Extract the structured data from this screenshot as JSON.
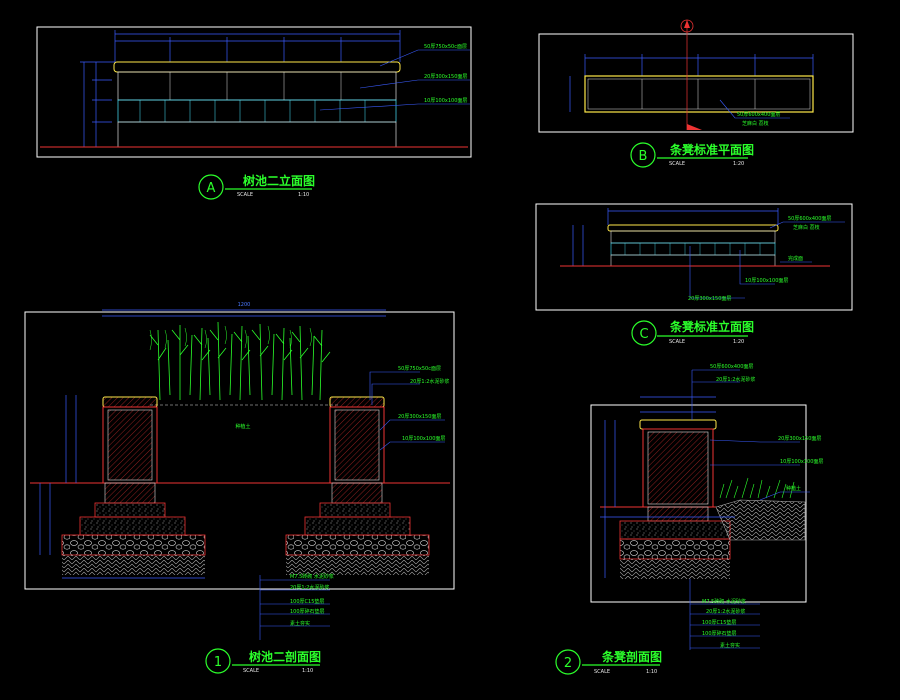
{
  "views": {
    "A": {
      "marker": "A",
      "title": "树池二立面图",
      "scale_label": "SCALE",
      "scale_value": "1:10",
      "notes": [
        "50厚750x50c面层",
        "20厚300x150面层",
        "10厚100x100面层"
      ]
    },
    "B": {
      "marker": "B",
      "title": "条凳标准平面图",
      "scale_label": "SCALE",
      "scale_value": "1:20",
      "notes": [
        "50厚600x400面层",
        "芝麻白 荔枝"
      ]
    },
    "C": {
      "marker": "C",
      "title": "条凳标准立面图",
      "scale_label": "SCALE",
      "scale_value": "1:20",
      "notes": [
        "50厚600x400面层",
        "芝麻白 荔枝",
        "10厚100x100面层",
        "20厚300x150面层",
        "完成面"
      ]
    },
    "1": {
      "marker": "1",
      "title": "树池二剖面图",
      "scale_label": "SCALE",
      "scale_value": "1:10",
      "top_dim": "1200",
      "notes_right": [
        "50厚750x50c面层",
        "20厚1:2水泥砂浆",
        "20厚300x150面层",
        "10厚100x100面层"
      ],
      "notes_bottom": [
        "M7.5砖砌 水泥砂浆",
        "20厚1:2水泥砂浆",
        "100厚C15垫层",
        "100厚碎石垫层",
        "素土夯实"
      ],
      "center_label": "种植土"
    },
    "2": {
      "marker": "2",
      "title": "条凳剖面图",
      "scale_label": "SCALE",
      "scale_value": "1:10",
      "notes_right": [
        "50厚600x400面层",
        "20厚1:2水泥砂浆",
        "20厚300x150面层",
        "10厚100x100面层",
        "种植土"
      ],
      "notes_bottom": [
        "M7.5砖砌 水泥砂浆",
        "20厚1:2水泥砂浆",
        "100厚C15垫层",
        "100厚碎石垫层",
        "素土夯实"
      ]
    }
  },
  "colors": {
    "frame": "#ffffff",
    "dimension": "#3a5cff",
    "accent": "#2bff2b",
    "hatch": "#ff3a3a",
    "outline": "#ffe94a",
    "cyan": "#49e7ff"
  }
}
